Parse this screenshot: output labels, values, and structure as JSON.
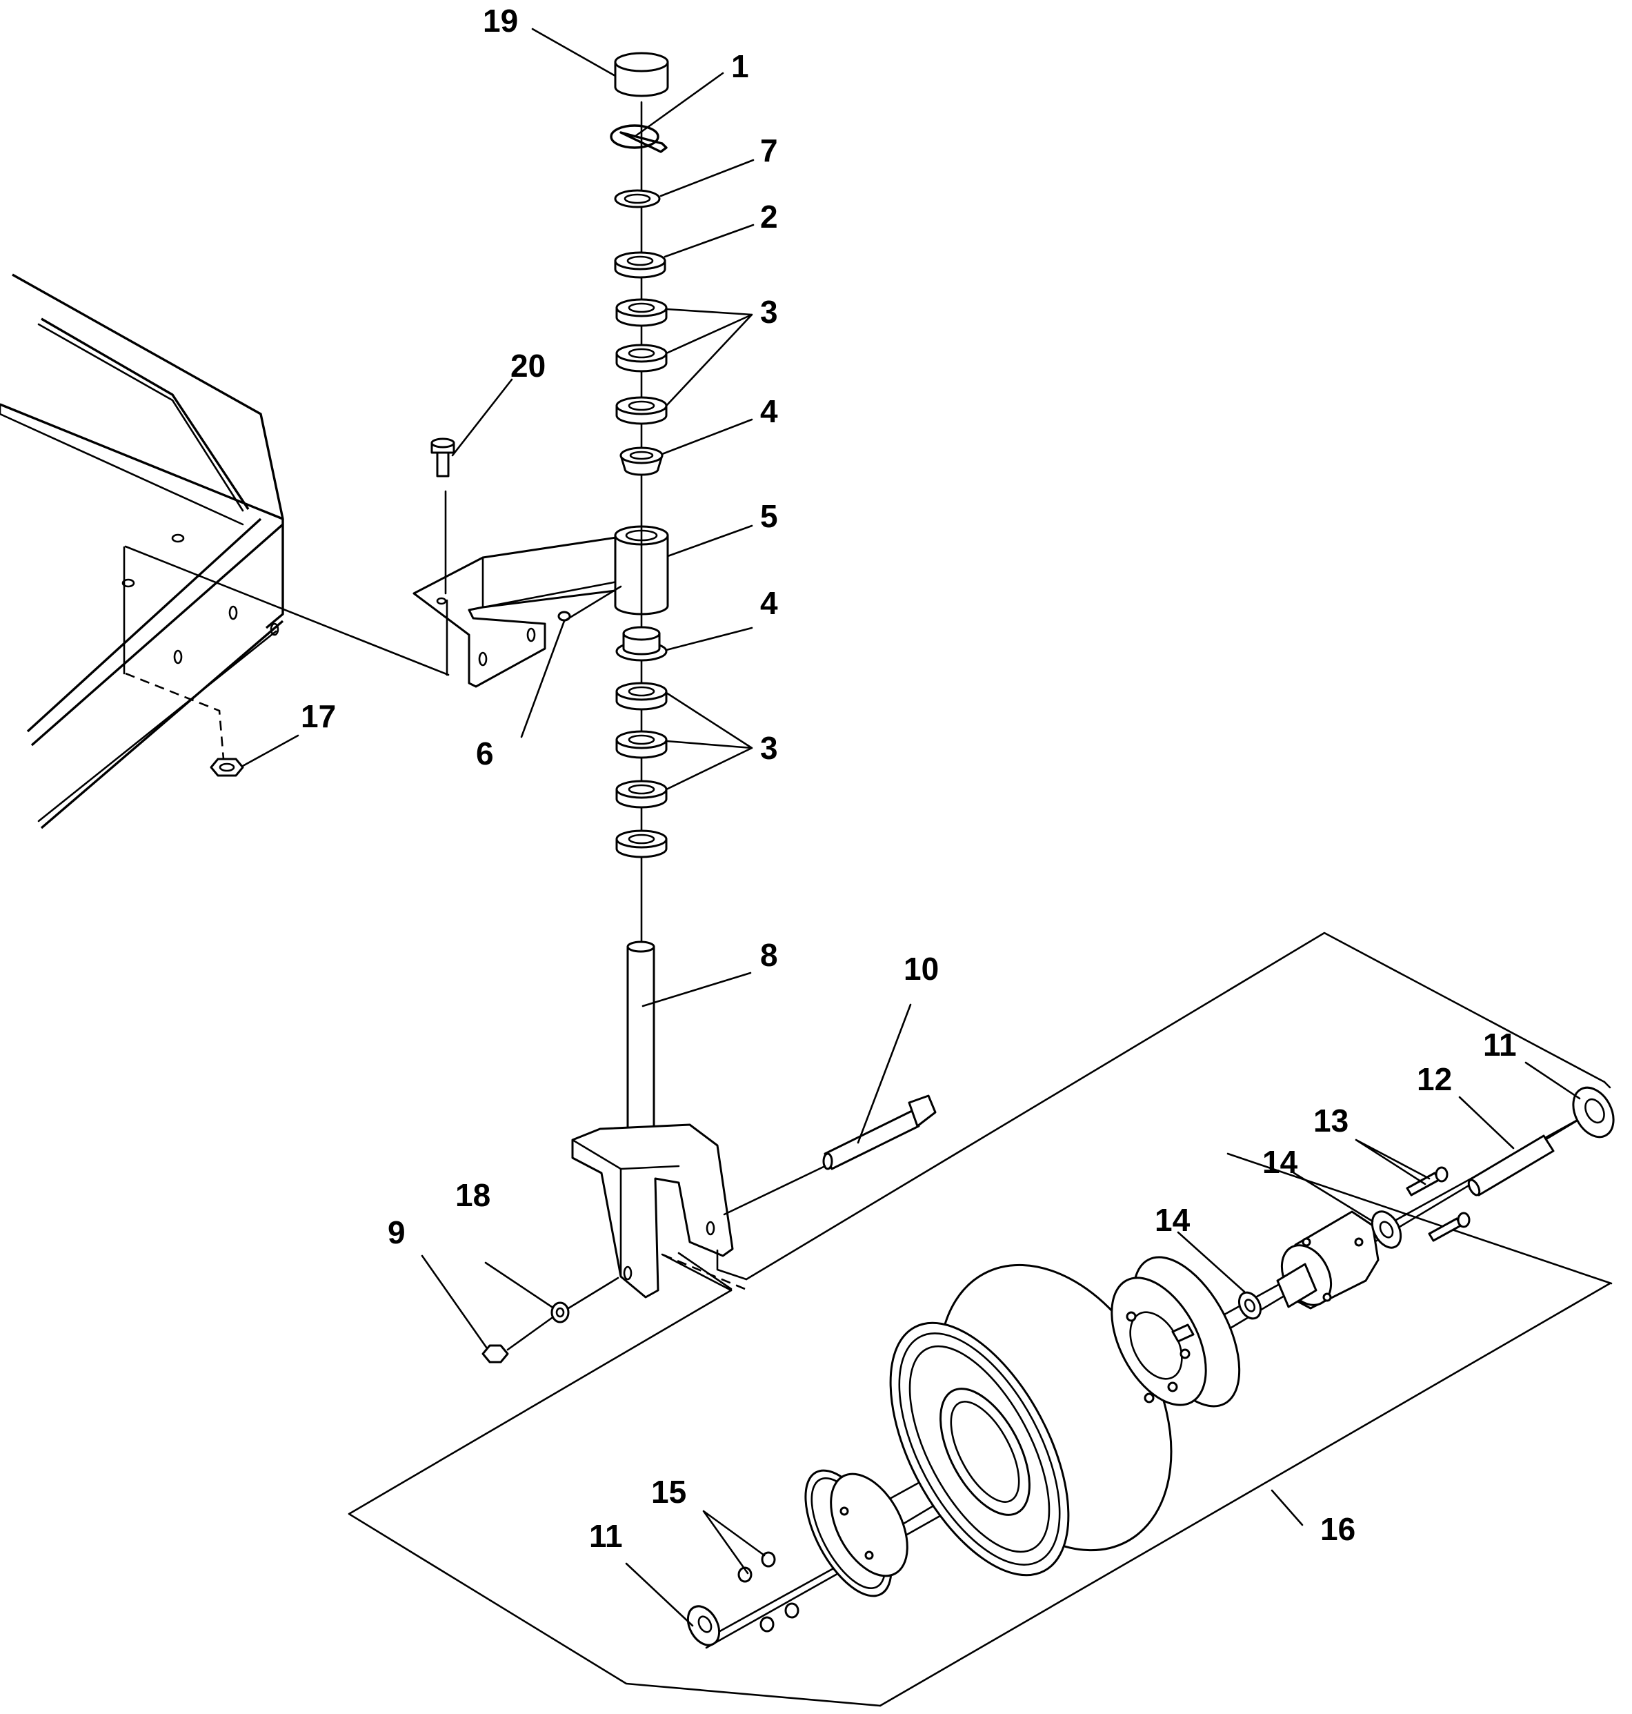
{
  "callouts": [
    {
      "id": "c19",
      "text": "19"
    },
    {
      "id": "c1",
      "text": "1"
    },
    {
      "id": "c7",
      "text": "7"
    },
    {
      "id": "c2",
      "text": "2"
    },
    {
      "id": "c3a",
      "text": "3"
    },
    {
      "id": "c20",
      "text": "20"
    },
    {
      "id": "c4a",
      "text": "4"
    },
    {
      "id": "c5",
      "text": "5"
    },
    {
      "id": "c4b",
      "text": "4"
    },
    {
      "id": "c17",
      "text": "17"
    },
    {
      "id": "c6",
      "text": "6"
    },
    {
      "id": "c3b",
      "text": "3"
    },
    {
      "id": "c8",
      "text": "8"
    },
    {
      "id": "c10",
      "text": "10"
    },
    {
      "id": "c11a",
      "text": "11"
    },
    {
      "id": "c12",
      "text": "12"
    },
    {
      "id": "c13",
      "text": "13"
    },
    {
      "id": "c14a",
      "text": "14"
    },
    {
      "id": "c14b",
      "text": "14"
    },
    {
      "id": "c18",
      "text": "18"
    },
    {
      "id": "c9",
      "text": "9"
    },
    {
      "id": "c15",
      "text": "15"
    },
    {
      "id": "c11b",
      "text": "11"
    },
    {
      "id": "c16",
      "text": "16"
    }
  ]
}
